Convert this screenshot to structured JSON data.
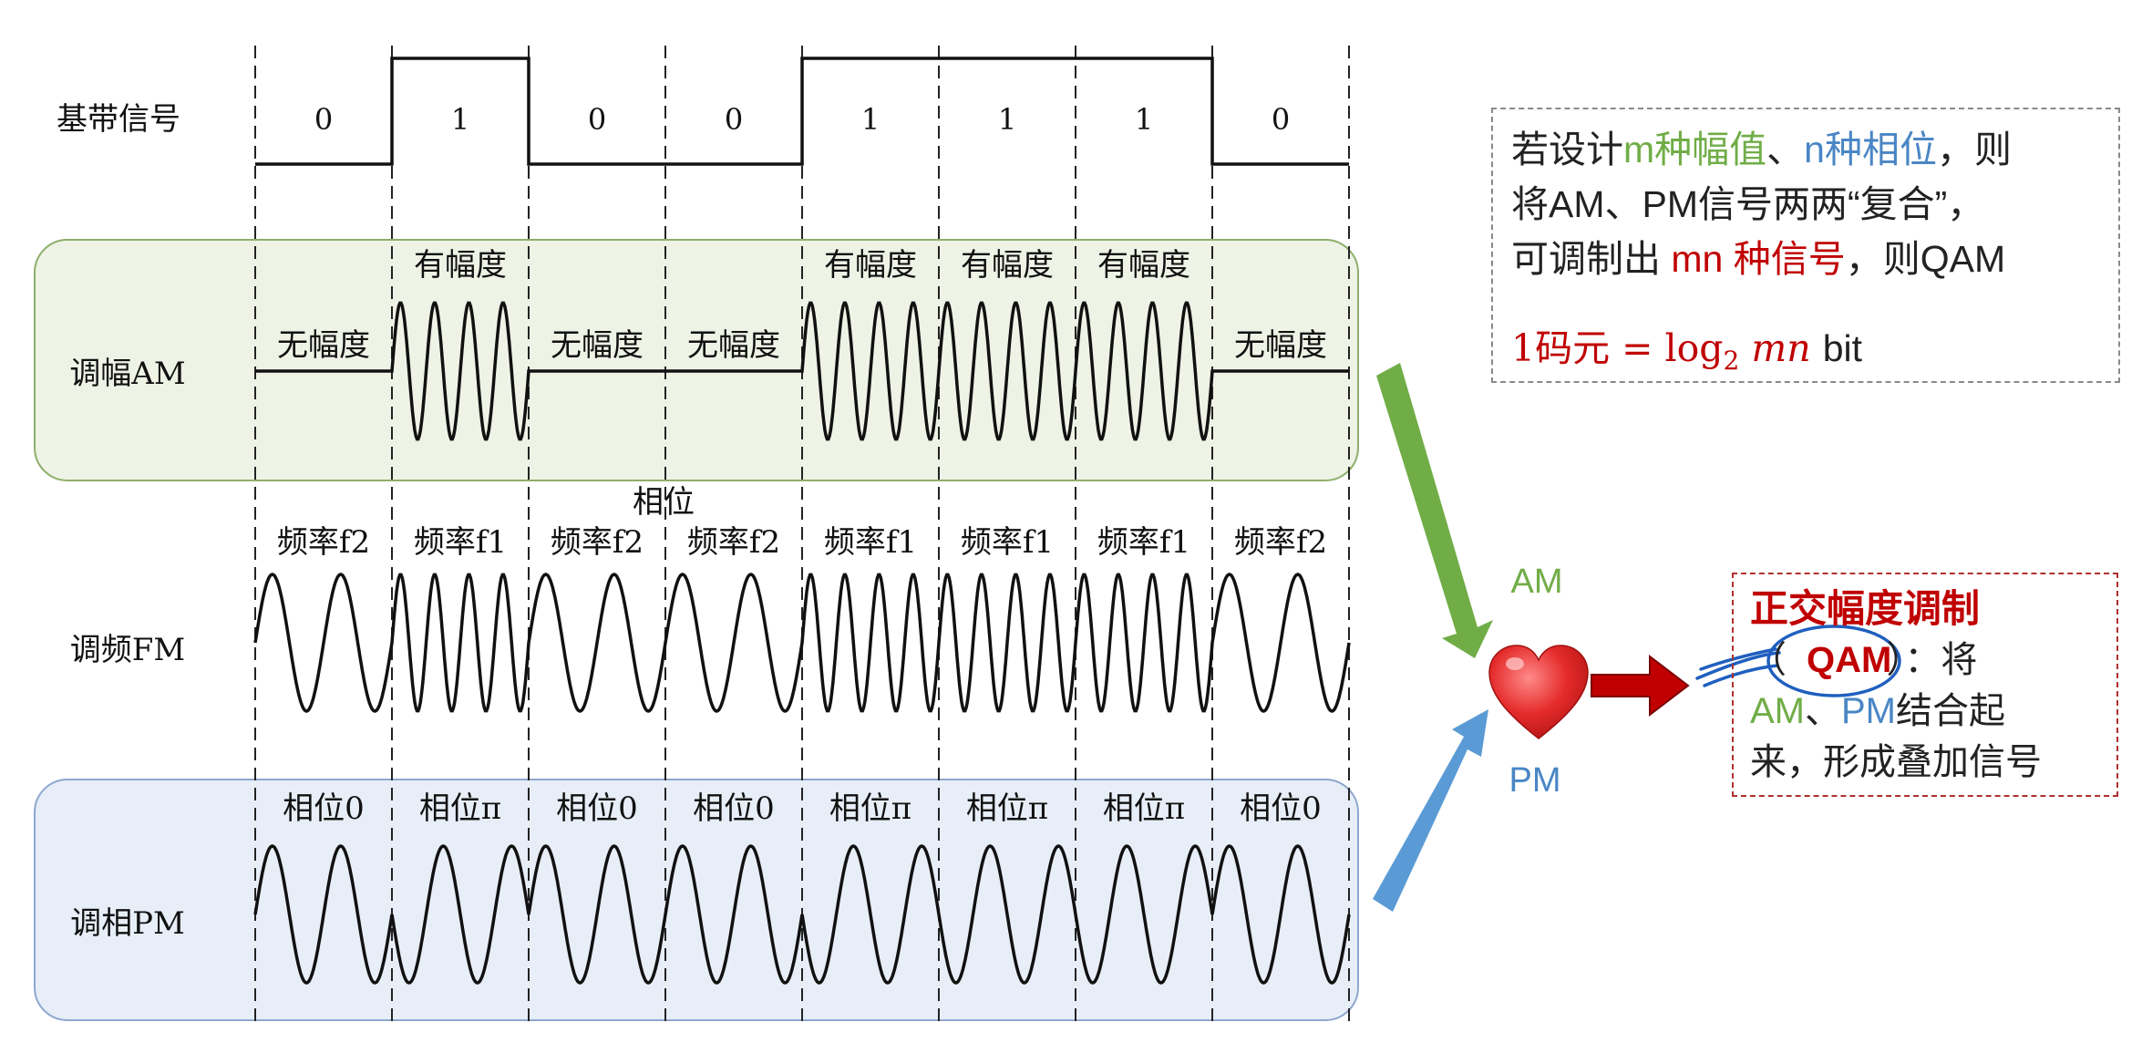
{
  "colors": {
    "am_panel_fill": "#eef3e6",
    "am_panel_stroke": "#8fae6b",
    "pm_panel_fill": "#e8eef8",
    "pm_panel_stroke": "#8ea7cf",
    "am_arrow": "#70ad47",
    "pm_arrow": "#5b9bd5",
    "red_arrow": "#c00000",
    "heart": "#e52b2b",
    "text_green": "#70ad47",
    "text_blue": "#4a86c5",
    "text_red": "#c00000",
    "ink_blue": "#1f5fbf"
  },
  "rows": {
    "baseband": "基带信号",
    "am": "调幅AM",
    "fm": "调频FM",
    "pm": "调相PM"
  },
  "bits": [
    "0",
    "1",
    "0",
    "0",
    "1",
    "1",
    "1",
    "0"
  ],
  "am_labels": [
    "无幅度",
    "有幅度",
    "无幅度",
    "无幅度",
    "有幅度",
    "有幅度",
    "有幅度",
    "无幅度"
  ],
  "fm_labels": [
    "频率f2",
    "频率f1",
    "频率f2",
    "频率f2",
    "频率f1",
    "频率f1",
    "频率f1",
    "频率f2"
  ],
  "pm_labels": [
    "相位0",
    "相位π",
    "相位0",
    "相位0",
    "相位π",
    "相位π",
    "相位π",
    "相位0"
  ],
  "stray_label": "相位",
  "merge": {
    "am_label": "AM",
    "pm_label": "PM",
    "heart_icon": "heart-icon"
  },
  "info_box": {
    "line1_a": "若设计",
    "line1_m": "m种幅值",
    "line1_sep": "、",
    "line1_n": "n种相位",
    "line1_b": "，则",
    "line2": "将AM、PM信号两两“复合”，",
    "line3_a": "可调制出 ",
    "line3_mn": "mn 种信号",
    "line3_b": "，则QAM",
    "formula_left": "1码元 = log",
    "formula_sub": "2",
    "formula_var": " mn ",
    "formula_unit": "bit"
  },
  "qam_box": {
    "title": "正交幅度调制",
    "tag_open": "（",
    "tag": "QAM",
    "tag_close": "）",
    "line1_after": "：将",
    "am": "AM",
    "sep": "、",
    "pm": "PM",
    "line2_after": "结合起",
    "line3": "来，形成叠加信号"
  }
}
